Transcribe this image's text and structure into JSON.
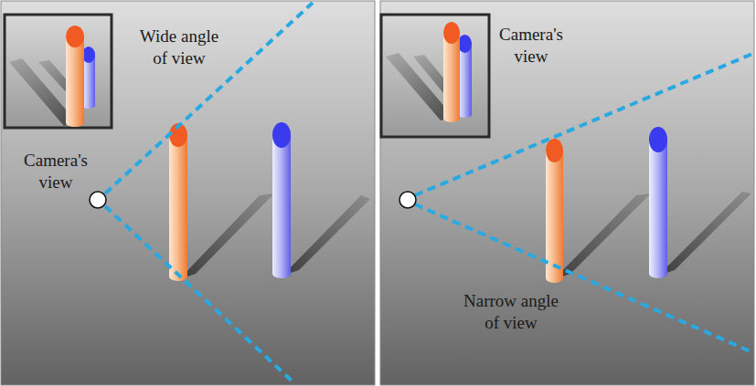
{
  "diagram": {
    "labels": [
      "Wide angle of view",
      "Camera's view",
      "Camera's view",
      "Narrow angle of view"
    ]
  }
}
